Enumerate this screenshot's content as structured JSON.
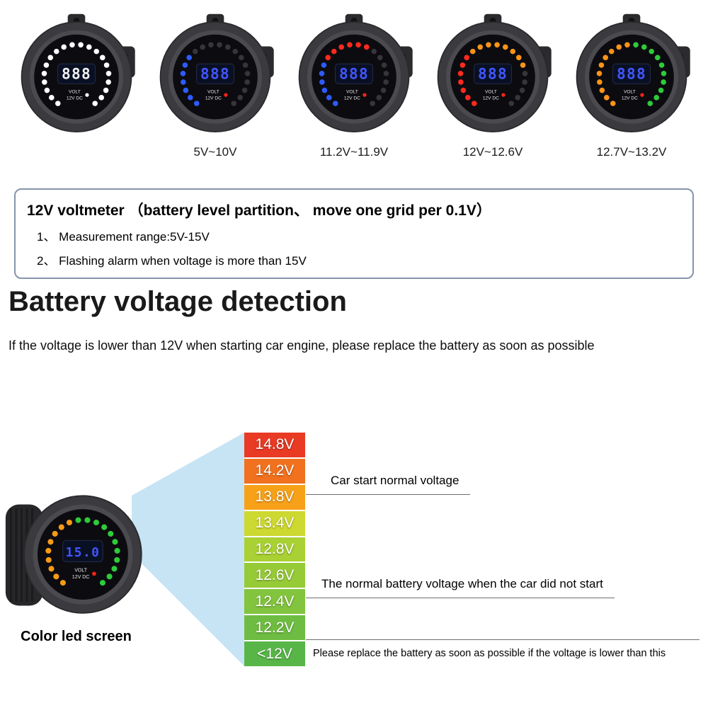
{
  "header_gauges": {
    "face": {
      "line1": "VOLT",
      "line2": "12V DC"
    },
    "items": [
      {
        "range_label": "",
        "display": "888",
        "display_color": "#f2f2f2",
        "dot_color": "#ffffff",
        "leds": [
          {
            "color": "#ffffff",
            "count": 20
          }
        ]
      },
      {
        "range_label": "5V~10V",
        "display": "888",
        "display_color": "#4056ff",
        "dot_color": "#ff2418",
        "leds": [
          {
            "color": "#2e5bff",
            "count": 7
          },
          {
            "color": "unlit",
            "count": 13
          }
        ]
      },
      {
        "range_label": "11.2V~11.9V",
        "display": "888",
        "display_color": "#4056ff",
        "dot_color": "#ff2418",
        "leds": [
          {
            "color": "#2e5bff",
            "count": 6
          },
          {
            "color": "#ff2a1e",
            "count": 6
          },
          {
            "color": "unlit",
            "count": 8
          }
        ]
      },
      {
        "range_label": "12V~12.6V",
        "display": "888",
        "display_color": "#4056ff",
        "dot_color": "#ff2418",
        "leds": [
          {
            "color": "#ff2a1e",
            "count": 7
          },
          {
            "color": "#ff9418",
            "count": 8
          },
          {
            "color": "unlit",
            "count": 5
          }
        ]
      },
      {
        "range_label": "12.7V~13.2V",
        "display": "888",
        "display_color": "#4056ff",
        "dot_color": "#ff2418",
        "leds": [
          {
            "color": "#ff9418",
            "count": 10
          },
          {
            "color": "#2ecc3a",
            "count": 10
          }
        ]
      }
    ]
  },
  "info_box": {
    "title": "12V voltmeter （battery level partition、 move one grid per 0.1V）",
    "items": [
      "1、 Measurement range:5V-15V",
      "2、 Flashing alarm when voltage is more than 15V"
    ]
  },
  "section": {
    "heading": "Battery voltage detection",
    "subheading": "If the voltage is lower than 12V when starting car engine, please replace the battery as soon as possible"
  },
  "bottom": {
    "gauge": {
      "label": "Color led screen",
      "display": "15.0",
      "display_color": "#4056ff",
      "dot_color": "#ff2418",
      "leds": [
        {
          "color": "#f59b16",
          "count": 9
        },
        {
          "color": "#2ecc3a",
          "count": 11
        }
      ]
    },
    "beam_color": "#c7e4f4",
    "scale": {
      "rows": [
        {
          "label": "14.8V",
          "color": "#e93a24"
        },
        {
          "label": "14.2V",
          "color": "#f1711f"
        },
        {
          "label": "13.8V",
          "color": "#f7a119"
        },
        {
          "label": "13.4V",
          "color": "#cdd831"
        },
        {
          "label": "12.8V",
          "color": "#a9d133"
        },
        {
          "label": "12.6V",
          "color": "#96ca37"
        },
        {
          "label": "12.4V",
          "color": "#82c43d"
        },
        {
          "label": "12.2V",
          "color": "#6ebd42"
        },
        {
          "label": "<12V",
          "color": "#58b648"
        }
      ]
    },
    "annotations": [
      {
        "text": "Car start normal voltage"
      },
      {
        "text": "The normal battery voltage when the car did not start"
      },
      {
        "text": "Please replace the battery as soon as possible if the voltage is lower than this"
      }
    ]
  }
}
